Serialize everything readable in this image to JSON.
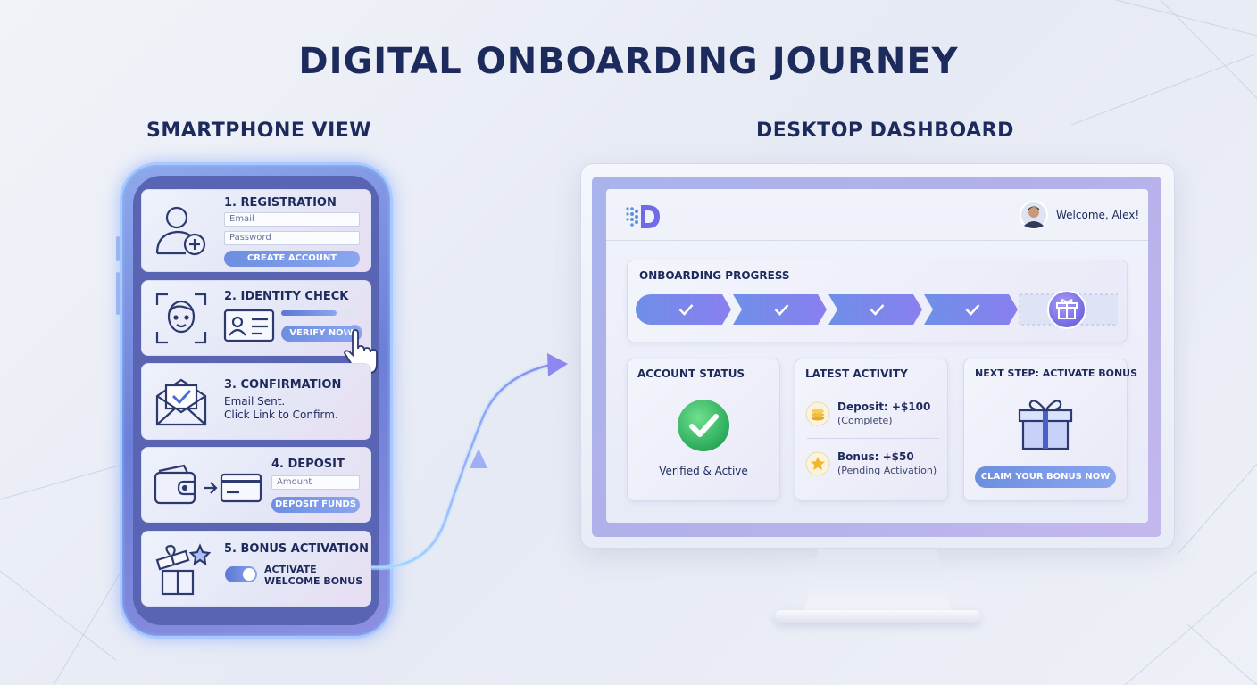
{
  "page": {
    "title": "DIGITAL ONBOARDING JOURNEY",
    "smartphone_title": "SMARTPHONE VIEW",
    "desktop_title": "DESKTOP DASHBOARD"
  },
  "phone": {
    "registration": {
      "title": "1. REGISTRATION",
      "email_placeholder": "Email",
      "password_placeholder": "Password",
      "button": "CREATE ACCOUNT"
    },
    "identity": {
      "title": "2. IDENTITY CHECK",
      "button": "VERIFY NOW",
      "progress": 0.7
    },
    "confirmation": {
      "title": "3. CONFIRMATION",
      "line1": "Email Sent.",
      "line2": "Click Link to Confirm."
    },
    "deposit": {
      "title": "4. DEPOSIT",
      "amount_placeholder": "Amount",
      "button": "DEPOSIT FUNDS"
    },
    "bonus": {
      "title": "5. BONUS ACTIVATION",
      "toggle_line1": "ACTIVATE",
      "toggle_line2": "WELCOME BONUS"
    }
  },
  "dashboard": {
    "welcome": "Welcome, Alex!",
    "progress_title": "ONBOARDING PROGRESS",
    "progress_steps_completed": 4,
    "progress_steps_total": 5,
    "account_status": {
      "title": "ACCOUNT STATUS",
      "text": "Verified & Active"
    },
    "latest_activity": {
      "title": "LATEST ACTIVITY",
      "items": [
        {
          "label": "Deposit: +$100",
          "status": "(Complete)",
          "icon": "coins-icon"
        },
        {
          "label": "Bonus: +$50",
          "status": "(Pending Activation)",
          "icon": "star-icon"
        }
      ]
    },
    "next_step": {
      "title": "NEXT STEP: ACTIVATE BONUS",
      "button": "CLAIM YOUR BONUS NOW"
    }
  },
  "colors": {
    "title": "#1d2a5c",
    "accent": "#6d8ee0",
    "progress_fill": "#7f86ee",
    "success": "#34c06a"
  }
}
